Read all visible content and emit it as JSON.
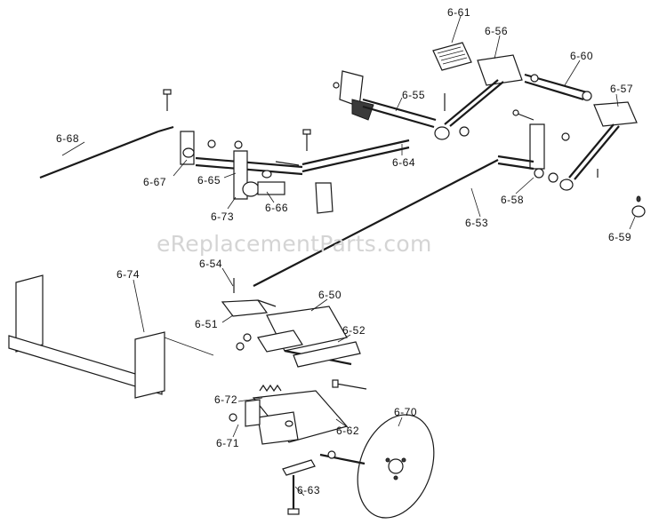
{
  "watermark": "eReplacementParts.com",
  "labels": {
    "p6_61": "6-61",
    "p6_56": "6-56",
    "p6_60": "6-60",
    "p6_57": "6-57",
    "p6_55": "6-55",
    "p6_68": "6-68",
    "p6_64": "6-64",
    "p6_67": "6-67",
    "p6_65": "6-65",
    "p6_66": "6-66",
    "p6_73": "6-73",
    "p6_58": "6-58",
    "p6_53": "6-53",
    "p6_59": "6-59",
    "p6_54": "6-54",
    "p6_74": "6-74",
    "p6_50": "6-50",
    "p6_51": "6-51",
    "p6_52": "6-52",
    "p6_72": "6-72",
    "p6_62": "6-62",
    "p6_70": "6-70",
    "p6_71": "6-71",
    "p6_63": "6-63"
  }
}
